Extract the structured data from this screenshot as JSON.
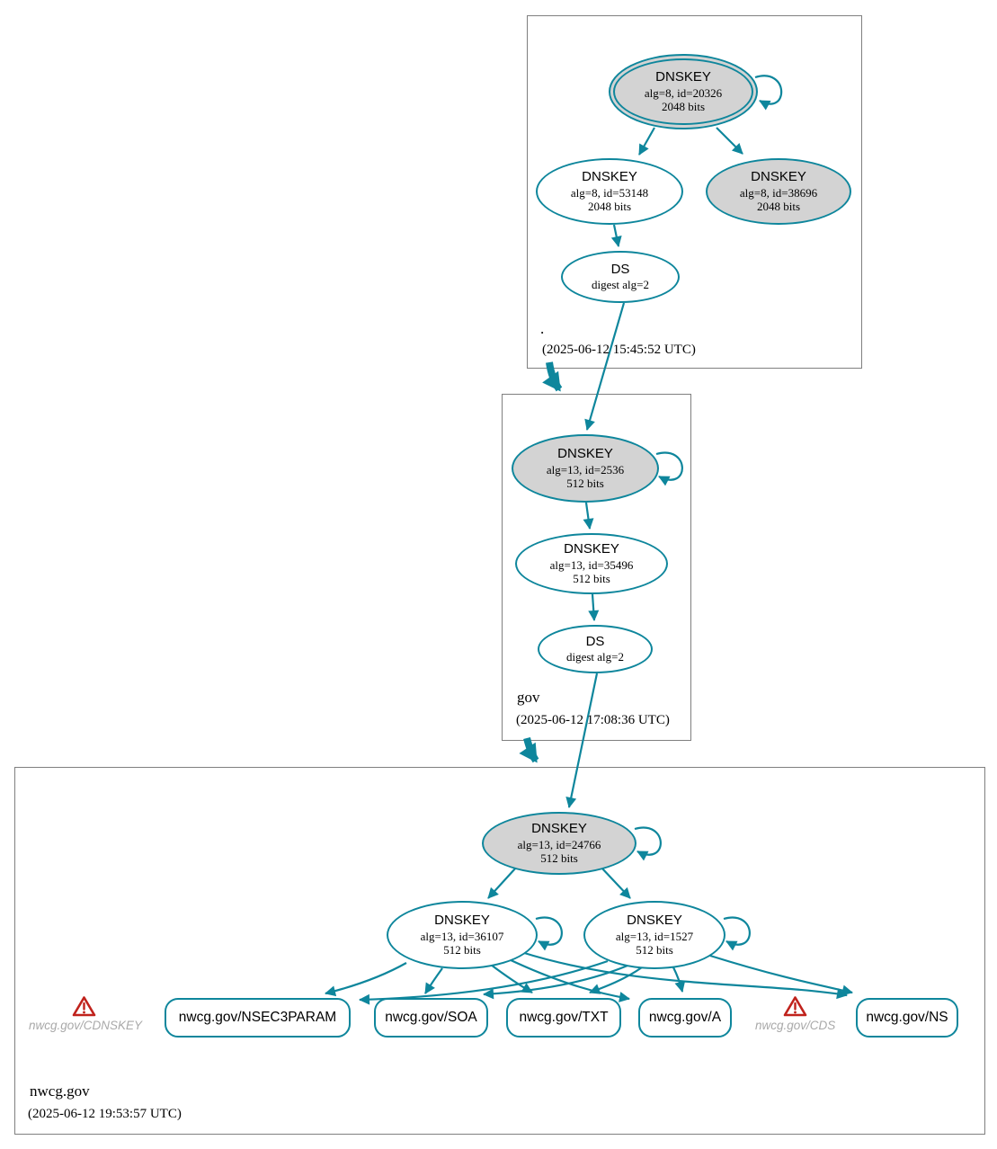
{
  "colors": {
    "accent_teal": "#0e869c",
    "ksk_fill_gray": "#d3d3d3",
    "node_fill": "#ffffff",
    "zone_box_border": "#7f7f7f",
    "warning_red": "#c0221c",
    "warning_label_gray": "#a9a9a9"
  },
  "zones": {
    "root": {
      "label": ".",
      "timestamp": "(2025-06-12 15:45:52 UTC)",
      "ksk": {
        "title": "DNSKEY",
        "detail1": "alg=8, id=20326",
        "detail2": "2048 bits"
      },
      "zsk_left": {
        "title": "DNSKEY",
        "detail1": "alg=8, id=53148",
        "detail2": "2048 bits"
      },
      "zsk_right": {
        "title": "DNSKEY",
        "detail1": "alg=8, id=38696",
        "detail2": "2048 bits"
      },
      "ds": {
        "title": "DS",
        "detail1": "digest alg=2"
      }
    },
    "gov": {
      "label": "gov",
      "timestamp": "(2025-06-12 17:08:36 UTC)",
      "ksk": {
        "title": "DNSKEY",
        "detail1": "alg=13, id=2536",
        "detail2": "512 bits"
      },
      "zsk": {
        "title": "DNSKEY",
        "detail1": "alg=13, id=35496",
        "detail2": "512 bits"
      },
      "ds": {
        "title": "DS",
        "detail1": "digest alg=2"
      }
    },
    "nwcg": {
      "label": "nwcg.gov",
      "timestamp": "(2025-06-12 19:53:57 UTC)",
      "ksk": {
        "title": "DNSKEY",
        "detail1": "alg=13, id=24766",
        "detail2": "512 bits"
      },
      "zsk_left": {
        "title": "DNSKEY",
        "detail1": "alg=13, id=36107",
        "detail2": "512 bits"
      },
      "zsk_right": {
        "title": "DNSKEY",
        "detail1": "alg=13, id=1527",
        "detail2": "512 bits"
      },
      "rrsets": {
        "nsec3param": "nwcg.gov/NSEC3PARAM",
        "soa": "nwcg.gov/SOA",
        "txt": "nwcg.gov/TXT",
        "a": "nwcg.gov/A",
        "ns": "nwcg.gov/NS"
      },
      "warnings": {
        "cdnskey": {
          "icon": "warning-triangle-icon",
          "label": "nwcg.gov/CDNSKEY"
        },
        "cds": {
          "icon": "warning-triangle-icon",
          "label": "nwcg.gov/CDS"
        }
      }
    }
  }
}
